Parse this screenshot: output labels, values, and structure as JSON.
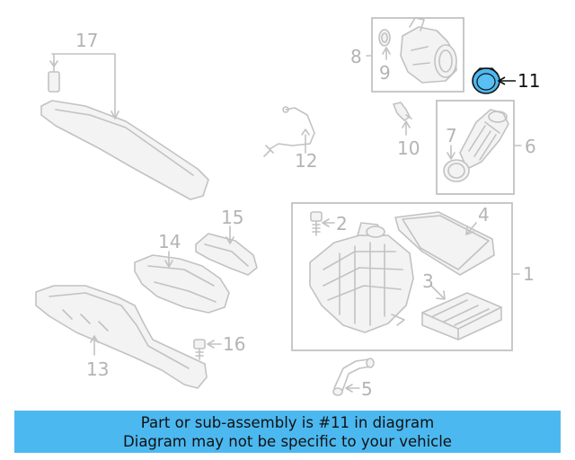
{
  "callouts": {
    "c1": "1",
    "c2": "2",
    "c3": "3",
    "c4": "4",
    "c5": "5",
    "c6": "6",
    "c7": "7",
    "c8": "8",
    "c9": "9",
    "c10": "10",
    "c11": "11",
    "c12": "12",
    "c13": "13",
    "c14": "14",
    "c15": "15",
    "c16": "16",
    "c17": "17"
  },
  "highlighted_part": "11",
  "colors": {
    "highlight": "#4cb8f0",
    "banner_bg": "#4cb8f0",
    "line_gray": "#c2c2c2"
  },
  "banner": {
    "line1": "Part or sub-assembly is #11 in diagram",
    "line2": "Diagram may not be specific to your vehicle"
  }
}
